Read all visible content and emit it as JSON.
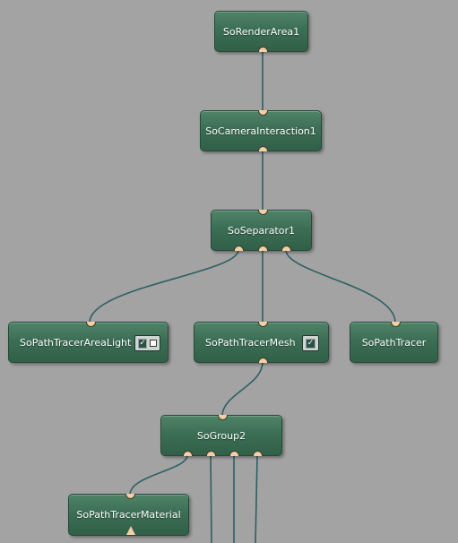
{
  "colors": {
    "background": "#a3a3a3",
    "node_fill": "#3c6e55",
    "wire": "#2e5f63",
    "port": "#f3cfa6"
  },
  "nodes": {
    "render_area": {
      "label": "SoRenderArea1"
    },
    "camera_interaction": {
      "label": "SoCameraInteraction1"
    },
    "separator": {
      "label": "SoSeparator1"
    },
    "area_light": {
      "label": "SoPathTracerAreaLight"
    },
    "mesh": {
      "label": "SoPathTracerMesh"
    },
    "path_tracer": {
      "label": "SoPathTracer"
    },
    "group": {
      "label": "SoGroup2"
    },
    "material": {
      "label": "SoPathTracerMaterial"
    }
  },
  "toggles": {
    "area_light_checked": true,
    "mesh_checked": true,
    "check_glyph": "✓"
  }
}
